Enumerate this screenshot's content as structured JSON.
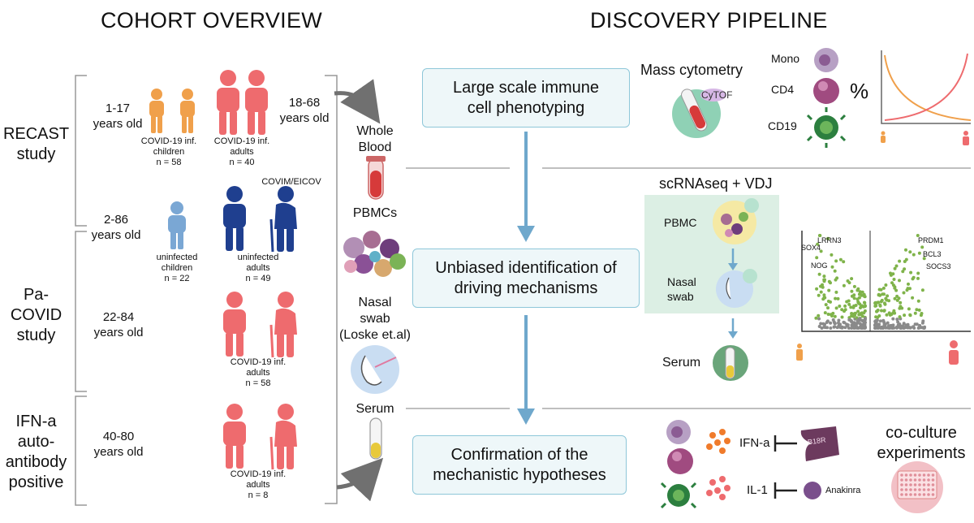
{
  "headings": {
    "cohort": "COHORT OVERVIEW",
    "pipeline": "DISCOVERY PIPELINE"
  },
  "studies": [
    {
      "name": "RECAST\nstudy"
    },
    {
      "name": "Pa-COVID\nstudy"
    },
    {
      "name": "IFN-a\nauto-\nantibody\npositive"
    }
  ],
  "ages": {
    "recast_children": "1-17\nyears old",
    "recast_adults": "18-68\nyears old",
    "uninfected": "2-86\nyears old",
    "pacovid": "22-84\nyears old",
    "ifn": "40-80\nyears old"
  },
  "groups": {
    "covid_children": "COVID-19 inf.\nchildren\nn = 58",
    "covid_adults_40": "COVID-19 inf.\nadults\nn = 40",
    "uninf_children": "uninfected\nchildren\nn = 22",
    "uninf_adults": "uninfected\nadults\nn = 49",
    "covid_adults_58": "COVID-19 inf.\nadults\nn = 58",
    "covid_adults_8": "COVID-19 inf.\nadults\nn = 8",
    "covim": "COVIM/EICOV"
  },
  "samples": {
    "whole_blood": "Whole\nBlood",
    "pbmcs": "PBMCs",
    "nasal": "Nasal\nswab\n(Loske et.al)",
    "serum": "Serum"
  },
  "pipeline": {
    "step1": "Large scale immune\ncell phenotyping",
    "step2": "Unbiased identification of\ndriving mechanisms",
    "step3": "Confirmation of the\nmechanistic hypotheses"
  },
  "mass_cytometry": {
    "title": "Mass cytometry",
    "cytof": "CyTOF",
    "cells": [
      "Mono",
      "CD4",
      "CD19"
    ],
    "percent": "%"
  },
  "scrnaseq": {
    "title": "scRNAseq + VDJ",
    "pbmc": "PBMC",
    "nasal": "Nasal\nswab",
    "serum": "Serum",
    "genes": [
      "LRRN3",
      "SOX4",
      "NOG",
      "PRDM1",
      "BCL3",
      "SOCS3"
    ]
  },
  "confirmation": {
    "ifna": "IFN-a",
    "il1": "IL-1",
    "b18r": "B18R",
    "anakinra": "Anakinra",
    "coculture": "co-culture\nexperiments"
  },
  "colors": {
    "box_fill": "#eef7f9",
    "box_border": "#8ec7d9",
    "arrow_blue": "#6fa8cc",
    "covid_person": "#ee6b6e",
    "child_person": "#f0a04b",
    "uninfected_child": "#7aa7d4",
    "uninfected_adult": "#1f3f8f",
    "green": "#7fb34a"
  }
}
